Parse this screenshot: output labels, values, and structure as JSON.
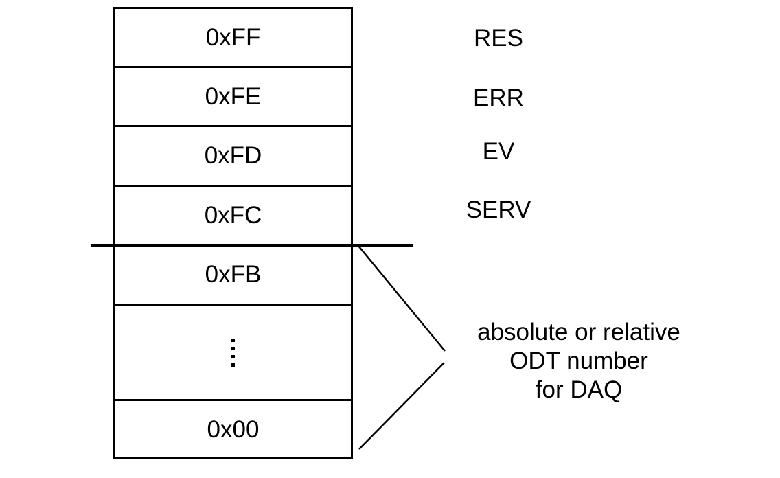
{
  "figure": {
    "memory_map": {
      "rows": [
        {
          "label": "0xFF",
          "kind": "text"
        },
        {
          "label": "0xFE",
          "kind": "text"
        },
        {
          "label": "0xFD",
          "kind": "text"
        },
        {
          "label": "0xFC",
          "kind": "text"
        },
        {
          "label": "0xFB",
          "kind": "text"
        },
        {
          "label": "",
          "kind": "ellipsis"
        },
        {
          "label": "0x00",
          "kind": "text"
        }
      ]
    },
    "side_labels": [
      {
        "label": "RES"
      },
      {
        "label": "ERR"
      },
      {
        "label": "EV"
      },
      {
        "label": "SERV"
      }
    ],
    "annotation": {
      "lines": [
        {
          "text": "absolute or relative"
        },
        {
          "text": "ODT number"
        },
        {
          "text": "for DAQ"
        }
      ]
    },
    "colors": {
      "line": "#000000",
      "text": "#000000",
      "background": "#ffffff"
    }
  }
}
